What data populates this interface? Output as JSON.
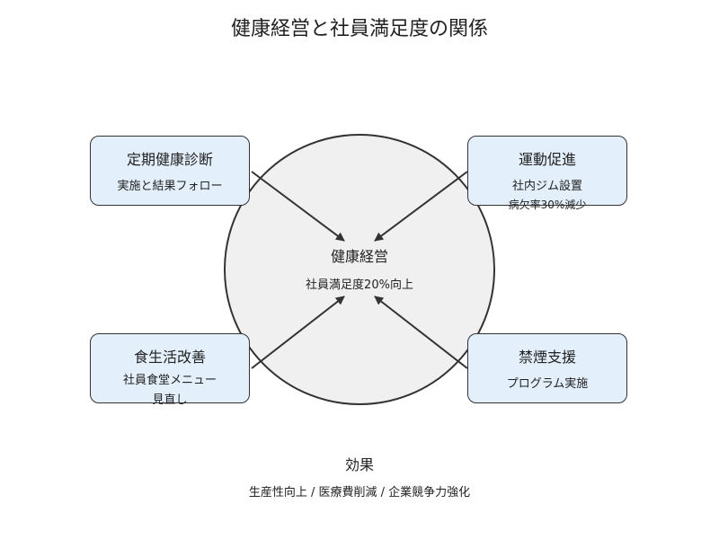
{
  "title": "健康経営と社員満足度の関係",
  "center": {
    "title": "健康経営",
    "subtitle": "社員満足度20%向上"
  },
  "nodes": {
    "top_left": {
      "title": "定期健康診断",
      "subtitle": "実施と結果フォロー"
    },
    "top_right": {
      "title": "運動促進",
      "subtitle": "社内ジム設置",
      "subtitle2": "病欠率30%減少"
    },
    "bottom_left": {
      "title": "食生活改善",
      "subtitle_line1": "社員食堂メニュー",
      "subtitle_line2": "見直し"
    },
    "bottom_right": {
      "title": "禁煙支援",
      "subtitle": "プログラム実施"
    }
  },
  "effect": {
    "title": "効果",
    "subtitle": "生産性向上 / 医療費削減 / 企業競争力強化"
  },
  "colors": {
    "node_fill": "#e3effb",
    "circle_fill": "#f0f0f0",
    "stroke": "#333333"
  }
}
